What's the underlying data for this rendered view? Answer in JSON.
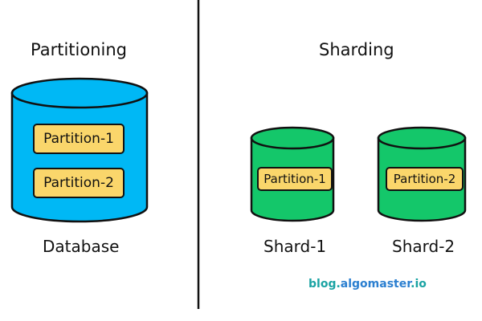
{
  "left_panel": {
    "title": "Partitioning",
    "caption": "Database",
    "partitions": [
      "Partition-1",
      "Partition-2"
    ]
  },
  "right_panel": {
    "title": "Sharding",
    "shards": [
      {
        "caption": "Shard-1",
        "partition": "Partition-1"
      },
      {
        "caption": "Shard-2",
        "partition": "Partition-2"
      }
    ]
  },
  "watermark": {
    "part1": "blog.",
    "part2": "algomaster",
    "part3": ".io"
  },
  "colors": {
    "database": "#00b8f5",
    "shard": "#14c76a",
    "partition": "#fad66b",
    "brand_teal": "#1aa3a3",
    "brand_blue": "#2b7fd0"
  }
}
